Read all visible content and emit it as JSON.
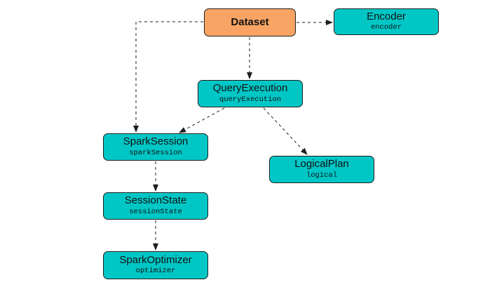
{
  "colors": {
    "primary_fill": "#f9a464",
    "node_fill": "#00c7c6",
    "edge": "#1f1f1f",
    "text": "#111111"
  },
  "nodes": {
    "dataset": {
      "title": "Dataset",
      "sub": ""
    },
    "encoder": {
      "title": "Encoder",
      "sub": "encoder"
    },
    "queryexecution": {
      "title": "QueryExecution",
      "sub": "queryExecution"
    },
    "sparksession": {
      "title": "SparkSession",
      "sub": "sparkSession"
    },
    "logicalplan": {
      "title": "LogicalPlan",
      "sub": "logical"
    },
    "sessionstate": {
      "title": "SessionState",
      "sub": "sessionState"
    },
    "sparkoptimizer": {
      "title": "SparkOptimizer",
      "sub": "optimizer"
    }
  },
  "edges": [
    {
      "from": "Dataset",
      "to": "Encoder",
      "style": "dashed"
    },
    {
      "from": "Dataset",
      "to": "QueryExecution",
      "style": "dashed"
    },
    {
      "from": "Dataset",
      "to": "SparkSession",
      "style": "dashed"
    },
    {
      "from": "QueryExecution",
      "to": "SparkSession",
      "style": "dashed"
    },
    {
      "from": "QueryExecution",
      "to": "LogicalPlan",
      "style": "dashed"
    },
    {
      "from": "SparkSession",
      "to": "SessionState",
      "style": "dashed"
    },
    {
      "from": "SessionState",
      "to": "SparkOptimizer",
      "style": "dashed"
    }
  ]
}
